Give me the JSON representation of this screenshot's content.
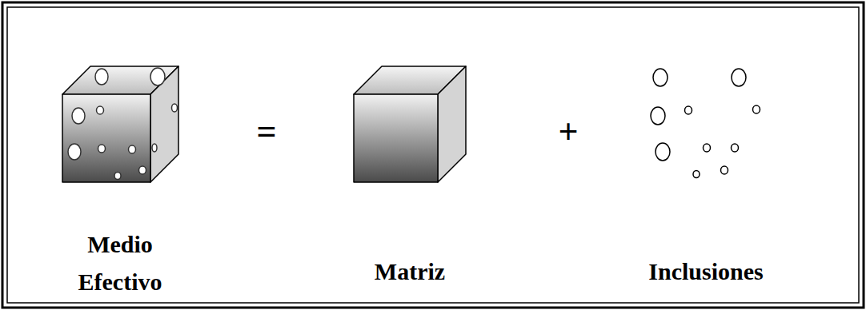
{
  "diagram": {
    "labels": [
      "Medio Efectivo",
      "=",
      "Matriz",
      "+",
      "Inclusiones"
    ]
  }
}
